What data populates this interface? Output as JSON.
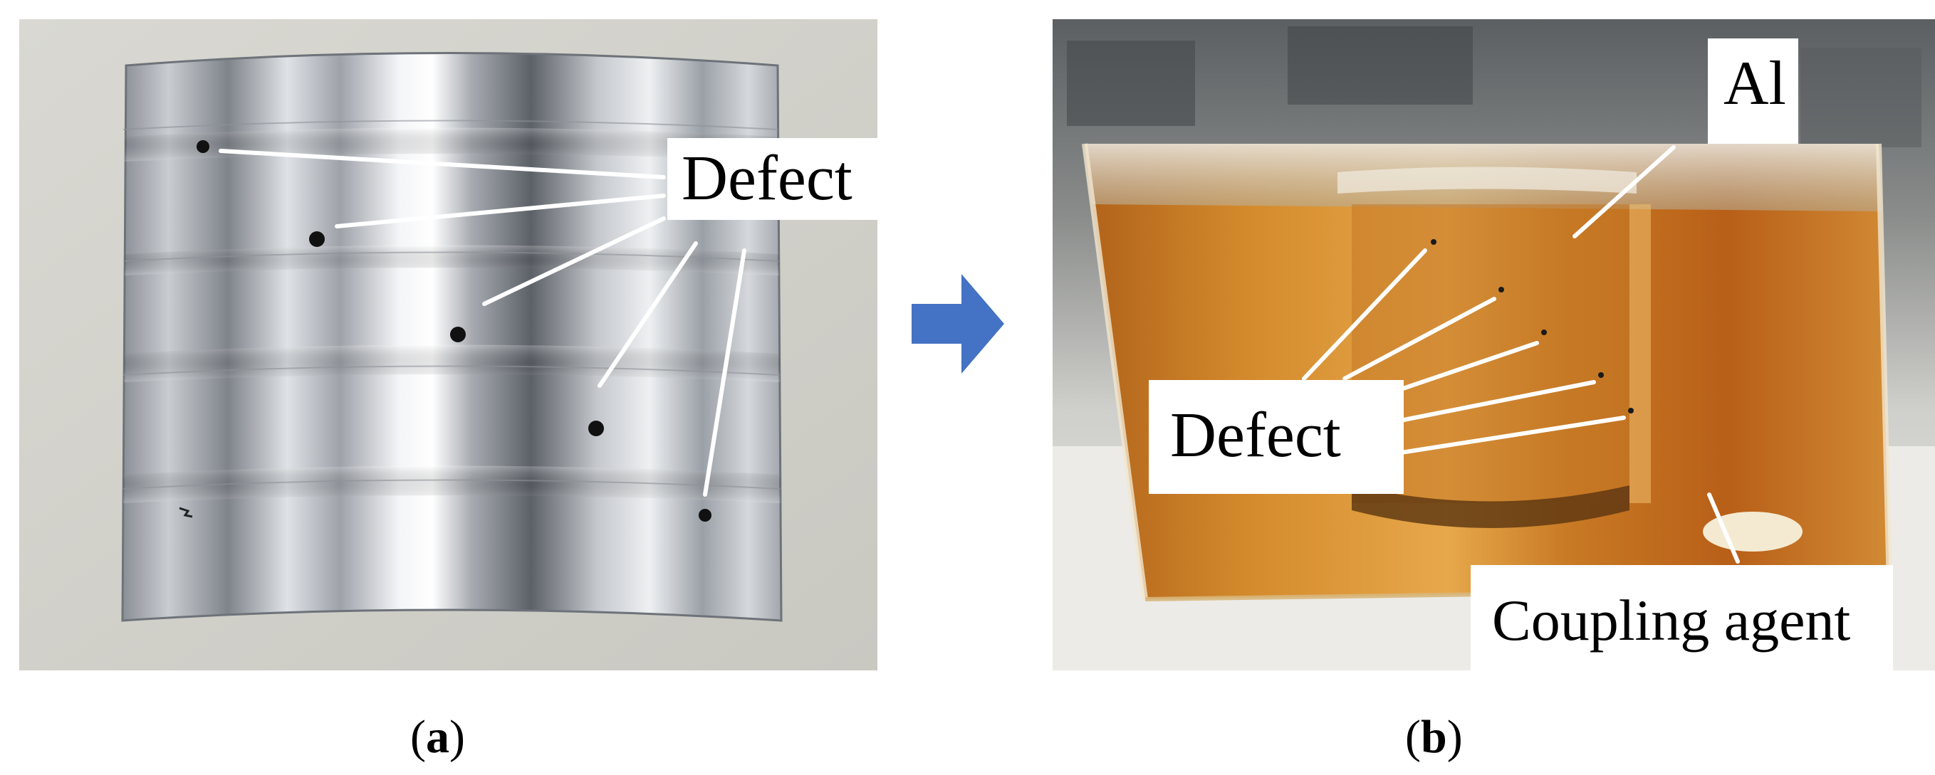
{
  "panel_a": {
    "label": "Defect",
    "caption_open": "(",
    "caption_letter": "a",
    "caption_close": ")"
  },
  "panel_b": {
    "label_material": "Al",
    "label_defect": "Defect",
    "label_coupling": "Coupling agent",
    "caption_open": "(",
    "caption_letter": "b",
    "caption_close": ")"
  },
  "colors": {
    "arrow": "#4472c4",
    "background": "#ffffff",
    "label_line": "#ffffff",
    "aluminum": "#b8bcc2",
    "gel": "#c8781e"
  }
}
